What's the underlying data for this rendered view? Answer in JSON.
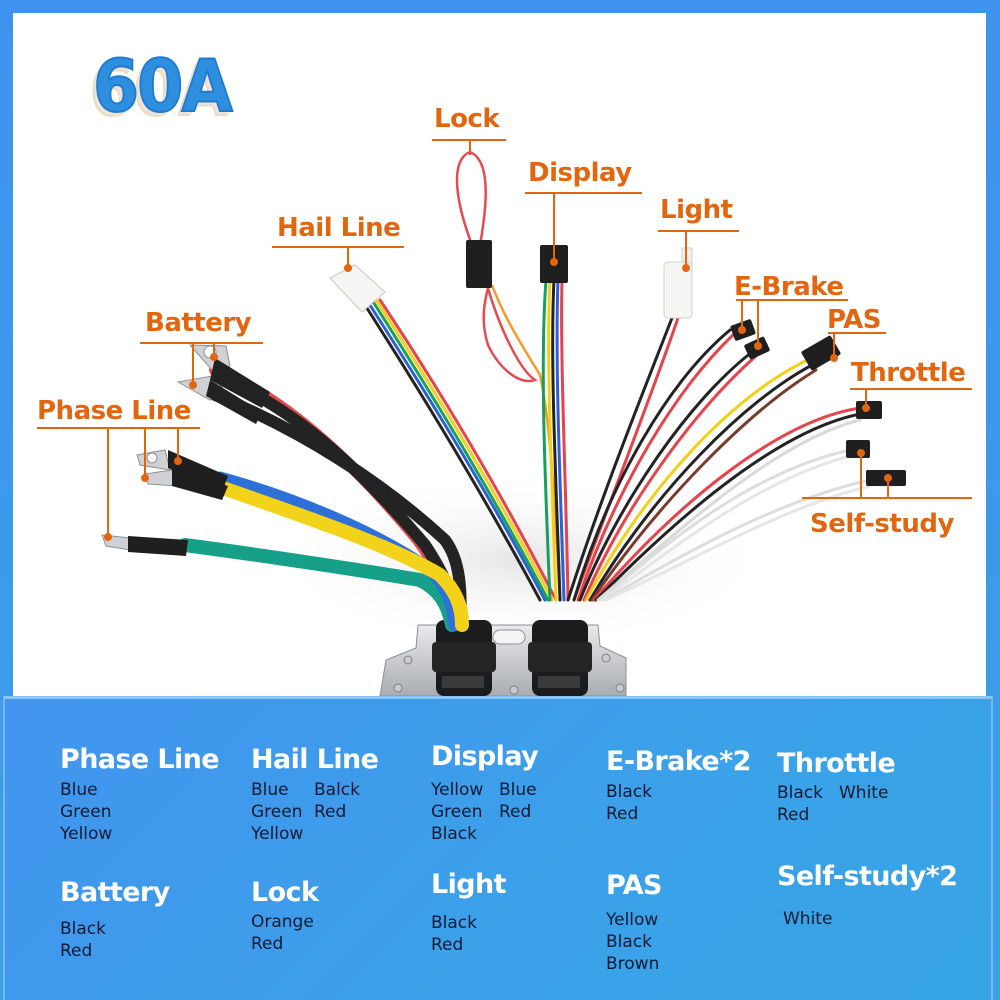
{
  "title": "60A",
  "colors": {
    "frame_blue": "#3f98ee",
    "label_orange": "#e2660f",
    "heading_white": "#ffffff",
    "wire_text": "#0e1a33"
  },
  "diagram_labels": {
    "lock": "Lock",
    "display": "Display",
    "hail_line": "Hail Line",
    "light": "Light",
    "e_brake": "E-Brake",
    "battery": "Battery",
    "pas": "PAS",
    "throttle": "Throttle",
    "phase_line": "Phase Line",
    "self_study": "Self-study"
  },
  "legend": [
    {
      "heading": "Phase Line",
      "colors_col1": [
        "Blue",
        "Green",
        "Yellow"
      ],
      "colors_col2": []
    },
    {
      "heading": "Hail Line",
      "colors_col1": [
        "Blue",
        "Green",
        "Yellow"
      ],
      "colors_col2": [
        "Balck",
        "Red"
      ]
    },
    {
      "heading": "Display",
      "colors_col1": [
        "Yellow",
        "Green",
        "Black"
      ],
      "colors_col2": [
        "Blue",
        "Red"
      ]
    },
    {
      "heading": "E-Brake*2",
      "colors_col1": [
        "Black",
        "Red"
      ],
      "colors_col2": []
    },
    {
      "heading": "Throttle",
      "colors_col1": [
        "Black",
        "Red"
      ],
      "colors_col2": [
        "White"
      ]
    },
    {
      "heading": "Battery",
      "colors_col1": [
        "Black",
        "Red"
      ],
      "colors_col2": []
    },
    {
      "heading": "Lock",
      "colors_col1": [
        "Orange",
        "Red"
      ],
      "colors_col2": []
    },
    {
      "heading": "Light",
      "colors_col1": [
        "Black",
        "Red"
      ],
      "colors_col2": []
    },
    {
      "heading": "PAS",
      "colors_col1": [
        "Yellow",
        "Black",
        "Brown"
      ],
      "colors_col2": []
    },
    {
      "heading": "Self-study*2",
      "colors_col1": [
        "White"
      ],
      "colors_col2": []
    }
  ]
}
